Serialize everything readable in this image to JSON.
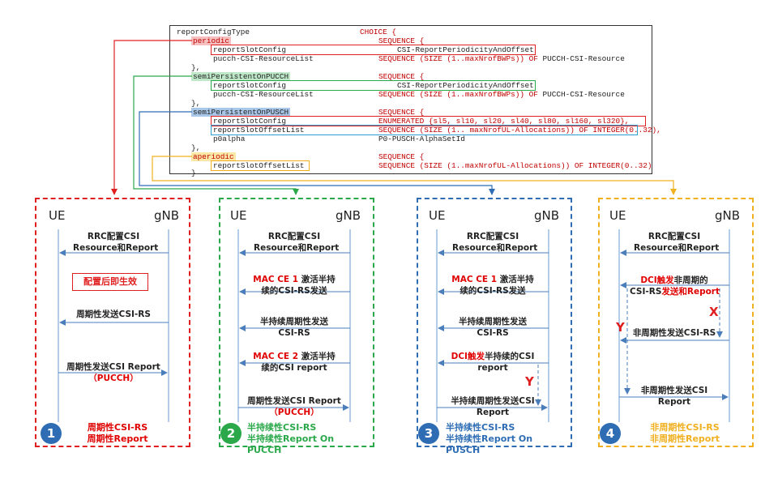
{
  "code": {
    "lines": [
      [
        "reportConfigType",
        "CHOICE {"
      ],
      [
        "periodic",
        "SEQUENCE {"
      ],
      [
        "reportSlotConfig",
        "CSI-ReportPeriodicityAndOffset"
      ],
      [
        "pucch-CSI-ResourceList",
        "SEQUENCE (SIZE (1..maxNrofBWPs)) OF PUCCH-CSI-Resource"
      ],
      [
        "},",
        ""
      ],
      [
        "semiPersistentOnPUCCH",
        "SEQUENCE {"
      ],
      [
        "reportSlotConfig",
        "CSI-ReportPeriodicityAndOffset"
      ],
      [
        "pucch-CSI-ResourceList",
        "SEQUENCE (SIZE (1..maxNrofBWPs)) OF PUCCH-CSI-Resource"
      ],
      [
        "},",
        ""
      ],
      [
        "semiPersistentOnPUSCH",
        "SEQUENCE {"
      ],
      [
        "reportSlotConfig",
        "ENUMERATED {sl5, sl10, sl20, sl40, sl80, sl160, sl320},"
      ],
      [
        "reportSlotOffsetList",
        "SEQUENCE (SIZE (1.. maxNrofUL-Allocations)) OF INTEGER(0..32),"
      ],
      [
        "p0alpha",
        "P0-PUSCH-AlphaSetId"
      ],
      [
        "},",
        ""
      ],
      [
        "aperiodic",
        "SEQUENCE {"
      ],
      [
        "reportSlotOffsetList",
        "SEQUENCE (SIZE (1..maxNrofUL-Allocations)) OF INTEGER(0..32)"
      ],
      [
        "}",
        ""
      ]
    ]
  },
  "colors": {
    "red": "#e02020",
    "green": "#2aa84a",
    "blue": "#2e6db4",
    "yellow": "#f0b020"
  },
  "panels": [
    {
      "ue": "UE",
      "gnb": "gNB",
      "number": "1",
      "msg1a": "RRC配置CSI",
      "msg1b": "Resource和Report",
      "box": "配置后即生效",
      "msg2": "周期性发送CSI-RS",
      "msg3a": "周期性发送CSI Report",
      "msg3b": "（PUCCH）",
      "foot1": "周期性CSI-RS",
      "foot2": "周期性Report"
    },
    {
      "ue": "UE",
      "gnb": "gNB",
      "number": "2",
      "msg1a": "RRC配置CSI",
      "msg1b": "Resource和Report",
      "msg2a_red": "MAC CE 1",
      "msg2a": " 激活半持",
      "msg2b": "续的CSI-RS发送",
      "msg3a": "半持续周期性发送",
      "msg3b": "CSI-RS",
      "msg4a_red": "MAC CE 2",
      "msg4a": " 激活半持",
      "msg4b": "续的CSI report",
      "msg5a": "周期性发送CSI Report",
      "msg5b": "（PUCCH）",
      "foot1": "半持续性CSI-RS",
      "foot2": "半持续性Report On PUCCH"
    },
    {
      "ue": "UE",
      "gnb": "gNB",
      "number": "3",
      "msg1a": "RRC配置CSI",
      "msg1b": "Resource和Report",
      "msg2a_red": "MAC CE 1",
      "msg2a": " 激活半持",
      "msg2b": "续的CSI-RS发送",
      "msg3a": "半持续周期性发送",
      "msg3b": "CSI-RS",
      "msg4a_red": "DCI触发",
      "msg4a": "半持续的CSI",
      "msg4b": "report",
      "y": "Y",
      "msg5a": "半持续周期性发送CSI",
      "msg5b": "Report",
      "foot1": "半持续性CSI-RS",
      "foot2": "半持续性Report On PUSCH"
    },
    {
      "ue": "UE",
      "gnb": "gNB",
      "number": "4",
      "msg1a": "RRC配置CSI",
      "msg1b": "Resource和Report",
      "msg2a_red": "DCI触发",
      "msg2a": "非周期的",
      "msg2b": "CSI-RS",
      "msg2b_red": "发送和Report",
      "x": "X",
      "y": "Y",
      "msg3": "非周期性发送CSI-RS",
      "msg4a": "非周期性发送CSI",
      "msg4b": "Report",
      "foot1": "非周期性CSI-RS",
      "foot2": "非周期性Report"
    }
  ]
}
